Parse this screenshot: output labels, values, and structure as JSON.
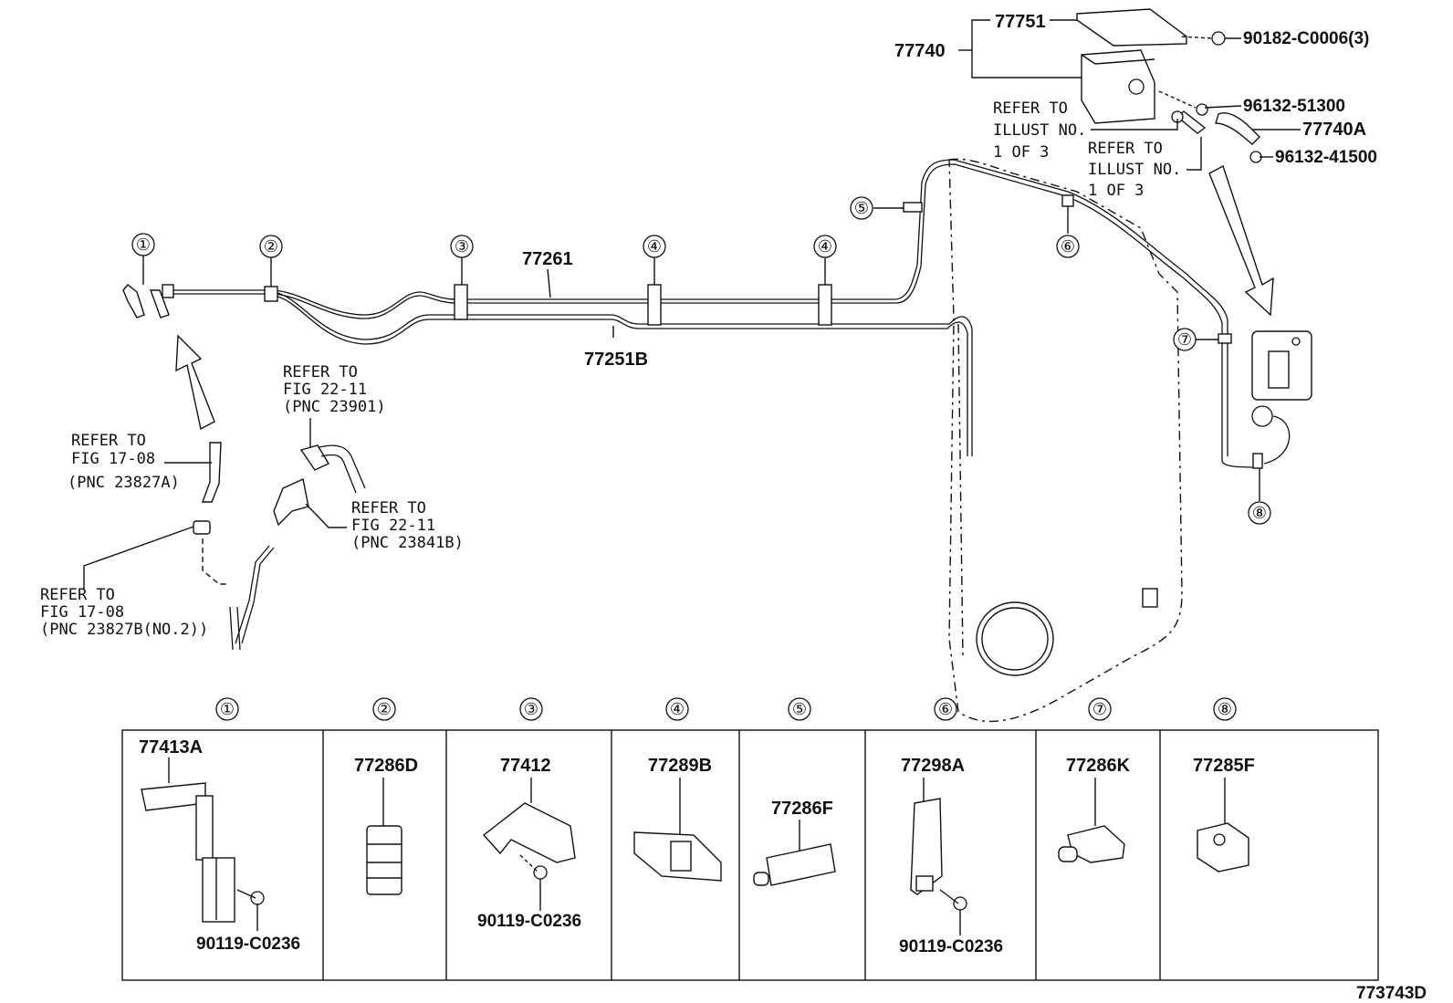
{
  "figure_code": "773743D",
  "tubes": {
    "upper": "77261",
    "lower": "77251B"
  },
  "canister": {
    "assembly": "77740",
    "bracket": "77751",
    "bolt": "90182-C0006(3)",
    "clip_upper": "96132-51300",
    "hose": "77740A",
    "clip_lower": "96132-41500"
  },
  "refer_notes": [
    {
      "lines": [
        "REFER TO",
        "ILLUST NO.",
        "1 OF 3"
      ]
    },
    {
      "lines": [
        "REFER TO",
        "ILLUST NO.",
        "1 OF 3"
      ]
    },
    {
      "lines": [
        "REFER TO",
        "FIG 22-11",
        "(PNC 23901)"
      ]
    },
    {
      "lines": [
        "REFER TO",
        "FIG 17-08",
        "(PNC 23827A)"
      ]
    },
    {
      "lines": [
        "REFER TO",
        "FIG 22-11",
        "(PNC 23841B)"
      ]
    },
    {
      "lines": [
        "REFER TO",
        "FIG 17-08",
        "(PNC 23827B(NO.2))"
      ]
    }
  ],
  "callout_numbers": [
    "①",
    "②",
    "③",
    "④",
    "④",
    "⑤",
    "⑥",
    "⑦",
    "⑧"
  ],
  "legend": [
    {
      "num": "①",
      "part": "77413A",
      "bolt": "90119-C0236"
    },
    {
      "num": "②",
      "part": "77286D",
      "bolt": ""
    },
    {
      "num": "③",
      "part": "77412",
      "bolt": "90119-C0236"
    },
    {
      "num": "④",
      "part": "77289B",
      "bolt": ""
    },
    {
      "num": "⑤",
      "part": "77286F",
      "bolt": ""
    },
    {
      "num": "⑥",
      "part": "77298A",
      "bolt": "90119-C0236"
    },
    {
      "num": "⑦",
      "part": "77286K",
      "bolt": ""
    },
    {
      "num": "⑧",
      "part": "77285F",
      "bolt": ""
    }
  ]
}
